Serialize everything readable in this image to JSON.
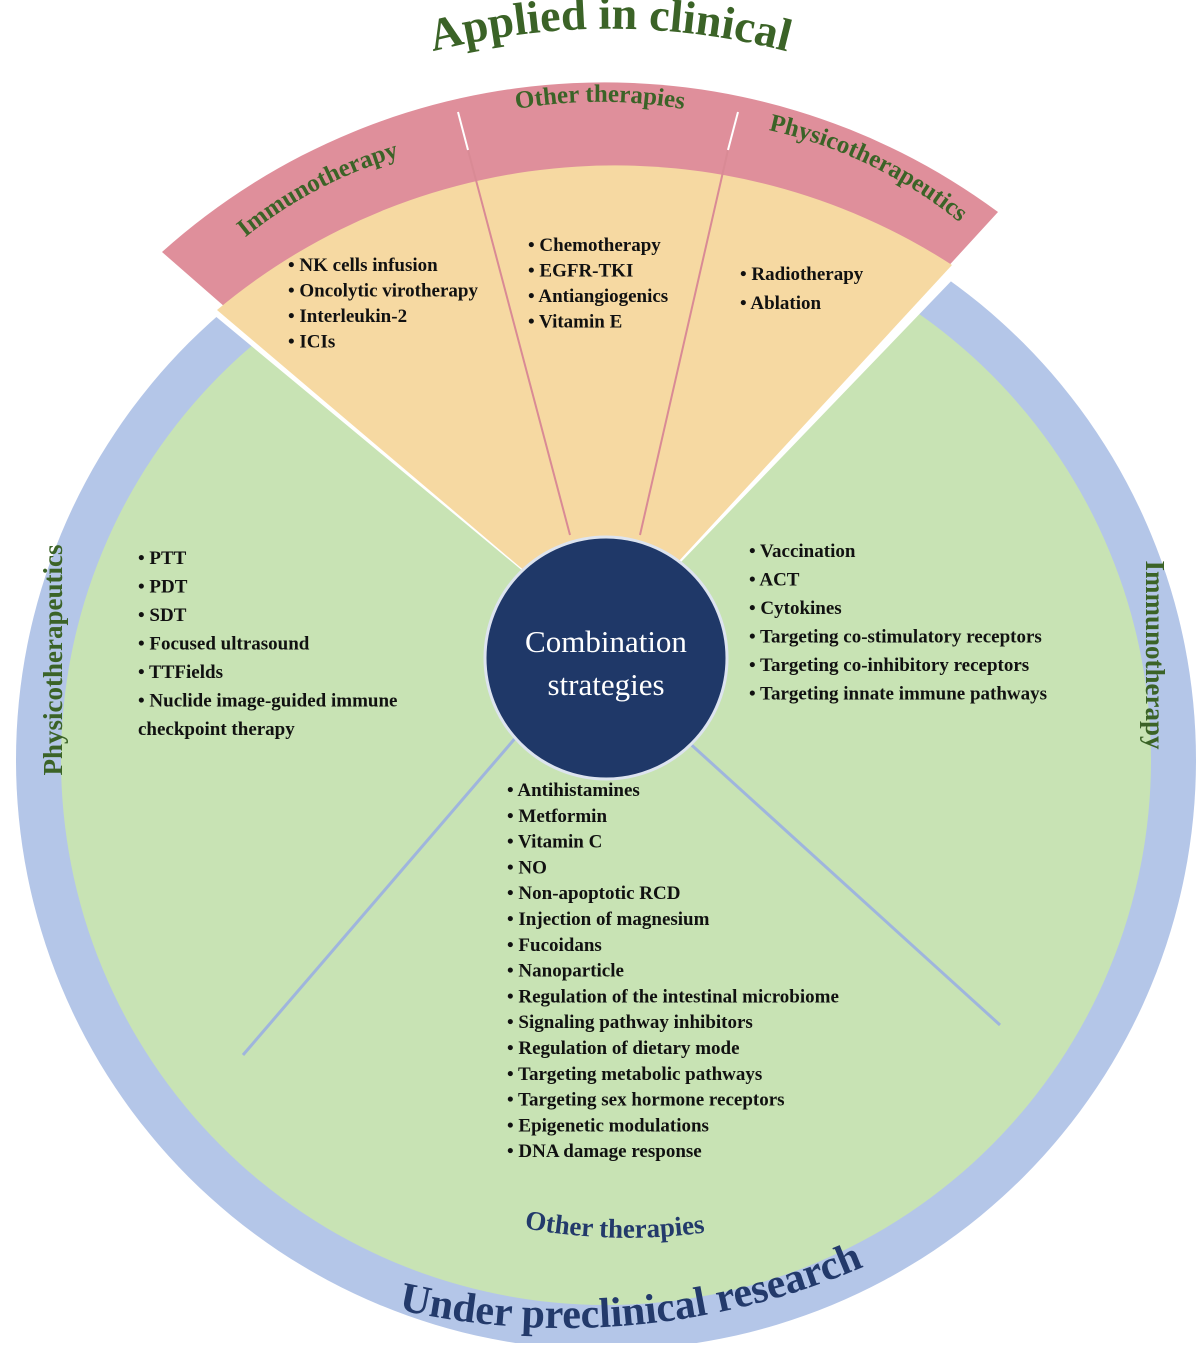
{
  "titles": {
    "top": "Applied in clinical",
    "bottom": "Under preclinical research"
  },
  "center": {
    "line1": "Combination",
    "line2": "strategies"
  },
  "colors": {
    "outer_blue_band": "#b4c6e8",
    "inner_green": "#c8e3b4",
    "clinical_band": "#df8f9b",
    "clinical_fill": "#f6d9a2",
    "center_fill": "#1f3868",
    "clinical_title": "#3b6327",
    "preclinical_title": "#233a6b"
  },
  "clinical": {
    "band_labels": {
      "immunotherapy": "Immunotherapy",
      "other": "Other therapies",
      "physico": "Physicotherapeutics"
    },
    "immunotherapy_items": [
      "• NK cells infusion",
      "• Oncolytic virotherapy",
      "• Interleukin-2",
      "• ICIs"
    ],
    "other_items": [
      "• Chemotherapy",
      "• EGFR-TKI",
      "• Antiangiogenics",
      "• Vitamin E"
    ],
    "physico_items": [
      "• Radiotherapy",
      "• Ablation"
    ]
  },
  "preclinical": {
    "side_labels": {
      "physico": "Physicotherapeutics",
      "immunotherapy": "Immunotherapy",
      "other": "Other therapies"
    },
    "physico_items": [
      "• PTT",
      "• PDT",
      "• SDT",
      "• Focused ultrasound",
      "• TTFields",
      "• Nuclide image-guided immune",
      "  checkpoint therapy"
    ],
    "immunotherapy_items": [
      "• Vaccination",
      "• ACT",
      "• Cytokines",
      "• Targeting co-stimulatory receptors",
      "• Targeting co-inhibitory receptors",
      "• Targeting innate immune pathways"
    ],
    "other_items": [
      "• Antihistamines",
      "• Metformin",
      "• Vitamin C",
      "• NO",
      "• Non-apoptotic RCD",
      "• Injection of magnesium",
      "• Fucoidans",
      "• Nanoparticle",
      "• Regulation of the intestinal microbiome",
      "• Signaling pathway inhibitors",
      "• Regulation of dietary mode",
      "• Targeting metabolic pathways",
      "• Targeting sex hormone receptors",
      "• Epigenetic modulations",
      "• DNA damage response"
    ]
  }
}
